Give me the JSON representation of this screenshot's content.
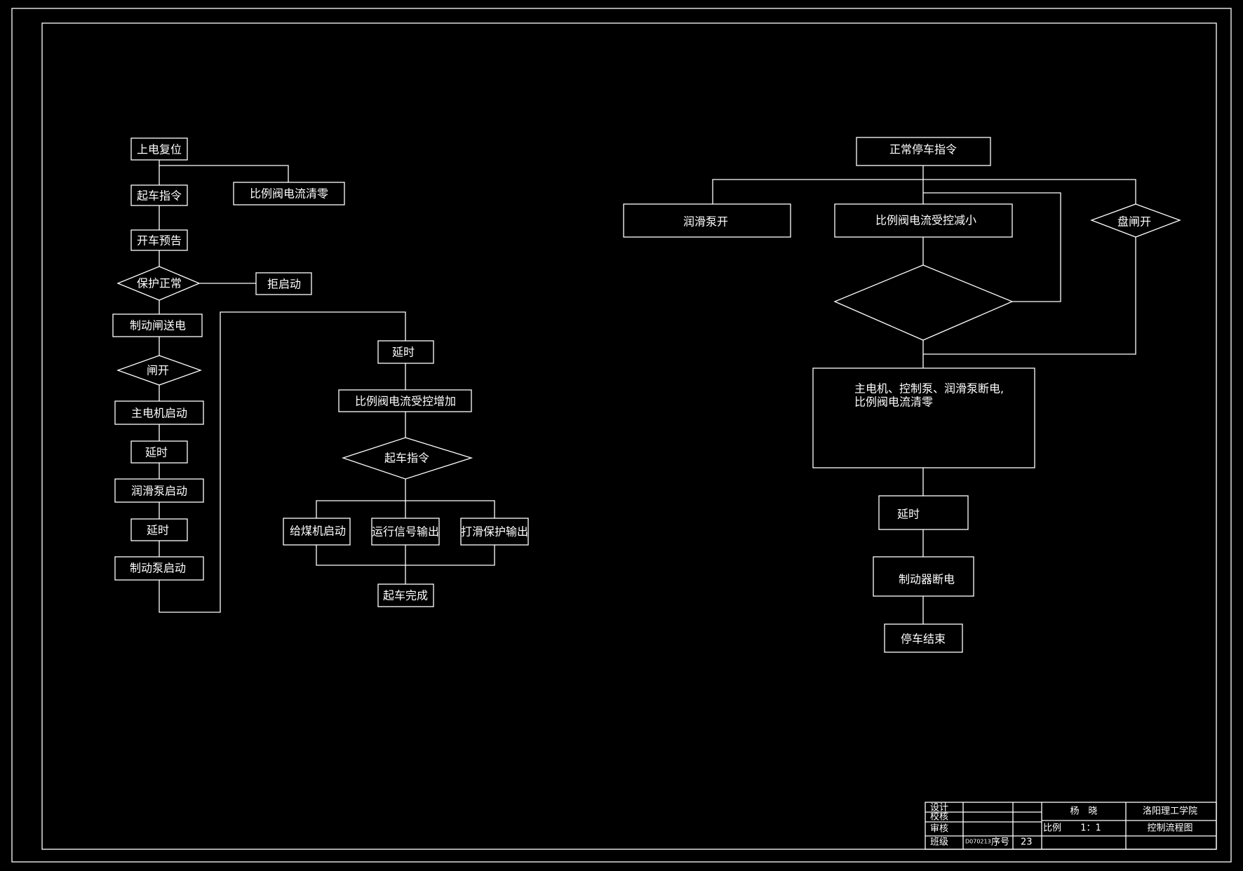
{
  "colors": {
    "background": "#000000",
    "stroke": "#ffffff",
    "text": "#ffffff"
  },
  "flow_start": {
    "power_reset": "上电复位",
    "start_cmd": "起车指令",
    "valve_clear": "比例阀电流清零",
    "start_warning": "开车预告",
    "protect_ok": "保护正常",
    "reject_start": "拒启动",
    "brake_gate_power": "制动闸送电",
    "gate_open": "闸开",
    "main_motor_start": "主电机启动",
    "delay_1": "延时",
    "lube_pump_start": "润滑泵启动",
    "delay_2": "延时",
    "brake_pump_start": "制动泵启动",
    "delay_3": "延时",
    "valve_increase": "比例阀电流受控增加",
    "start_cmd_check": "起车指令",
    "feeder_start": "给煤机启动",
    "run_signal_out": "运行信号输出",
    "slip_protect_out": "打滑保护输出",
    "start_complete": "起车完成"
  },
  "flow_stop": {
    "normal_stop_cmd": "正常停车指令",
    "lube_pump_on": "润滑泵开",
    "valve_decrease": "比例阀电流受控减小",
    "disc_brake_open": "盘闸开",
    "power_off_line1": "主电机、控制泵、润滑泵断电,",
    "power_off_line2": "比例阀电流清零",
    "delay": "延时",
    "brake_power_off": "制动器断电",
    "stop_end": "停车结束"
  },
  "title_block": {
    "design": "设计",
    "check": "校核",
    "review": "审核",
    "class": "班级",
    "class_no": "D070213",
    "serial_label": "序号",
    "serial": "23",
    "author": "杨　晓",
    "scale_label": "比例",
    "scale": "1：1",
    "school": "洛阳理工学院",
    "drawing_title": "控制流程图"
  }
}
